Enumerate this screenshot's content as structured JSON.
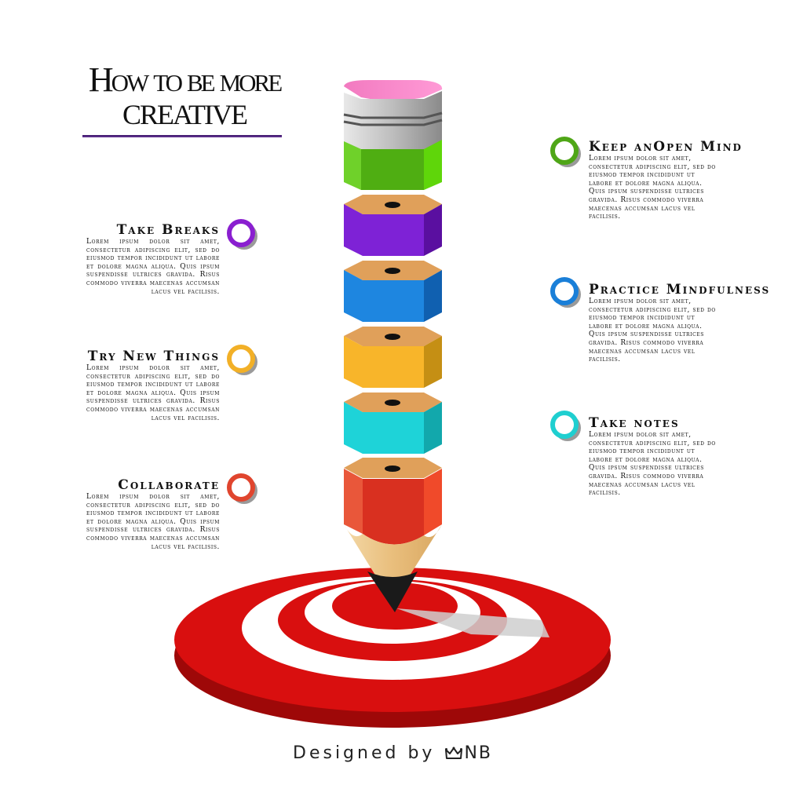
{
  "title": {
    "line1": "How to be more",
    "line2": "creative"
  },
  "left_items": [
    {
      "heading": "Take Breaks",
      "body": "Lorem ipsum dolor sit amet, consectetur adipiscing elit, sed do eiusmod tempor incididunt ut labore et dolore magna aliqua. Quis ipsum suspendisse ultrices gravida. Risus commodo viverra maecenas accumsan lacus vel facilisis.",
      "color": "#8a1fd0"
    },
    {
      "heading": "Try New Things",
      "body": "Lorem ipsum dolor sit amet, consectetur adipiscing elit, sed do eiusmod tempor incididunt ut labore et dolore magna aliqua. Quis ipsum suspendisse ultrices gravida. Risus commodo viverra maecenas accumsan lacus vel facilisis.",
      "color": "#f2b027"
    },
    {
      "heading": "Collaborate",
      "body": "Lorem ipsum dolor sit amet, consectetur adipiscing elit, sed do eiusmod tempor incididunt ut labore et dolore magna aliqua. Quis ipsum suspendisse ultrices gravida. Risus commodo viverra maecenas accumsan lacus vel facilisis.",
      "color": "#e0452e"
    }
  ],
  "right_items": [
    {
      "heading": "Keep anOpen Mind",
      "body": "Lorem ipsum dolor sit amet, consectetur adipiscing elit, sed do eiusmod tempor incididunt ut labore et dolore magna aliqua. Quis ipsum suspendisse ultrices gravida. Risus commodo viverra maecenas accumsan lacus vel facilisis.",
      "color": "#4fa617"
    },
    {
      "heading": "Practice Mindfulness",
      "body": "Lorem ipsum dolor sit amet, consectetur adipiscing elit, sed do eiusmod tempor incididunt ut labore et dolore magna aliqua. Quis ipsum suspendisse ultrices gravida. Risus commodo viverra maecenas accumsan lacus vel facilisis.",
      "color": "#1a7fd8"
    },
    {
      "heading": "Take notes",
      "body": "Lorem ipsum dolor sit amet, consectetur adipiscing elit, sed do eiusmod tempor incididunt ut labore et dolore magna aliqua. Quis ipsum suspendisse ultrices gravida. Risus commodo viverra maecenas accumsan lacus vel facilisis.",
      "color": "#1fcfd0"
    }
  ],
  "pencil_segments": [
    {
      "name": "purple",
      "front": "#7e22d6",
      "side": "#5a0fa0"
    },
    {
      "name": "blue",
      "front": "#1e86e0",
      "side": "#1060b0"
    },
    {
      "name": "yellow",
      "front": "#f8b52a",
      "side": "#c58f14"
    },
    {
      "name": "cyan",
      "front": "#1ed3d8",
      "side": "#12a8ac"
    }
  ],
  "colors": {
    "target_red": "#d90f0f",
    "target_dark": "#9e0808",
    "title_rule": "#3a1466"
  },
  "footer": {
    "prefix": "Designed by",
    "initials": "NB",
    "logo": "crown-icon"
  }
}
